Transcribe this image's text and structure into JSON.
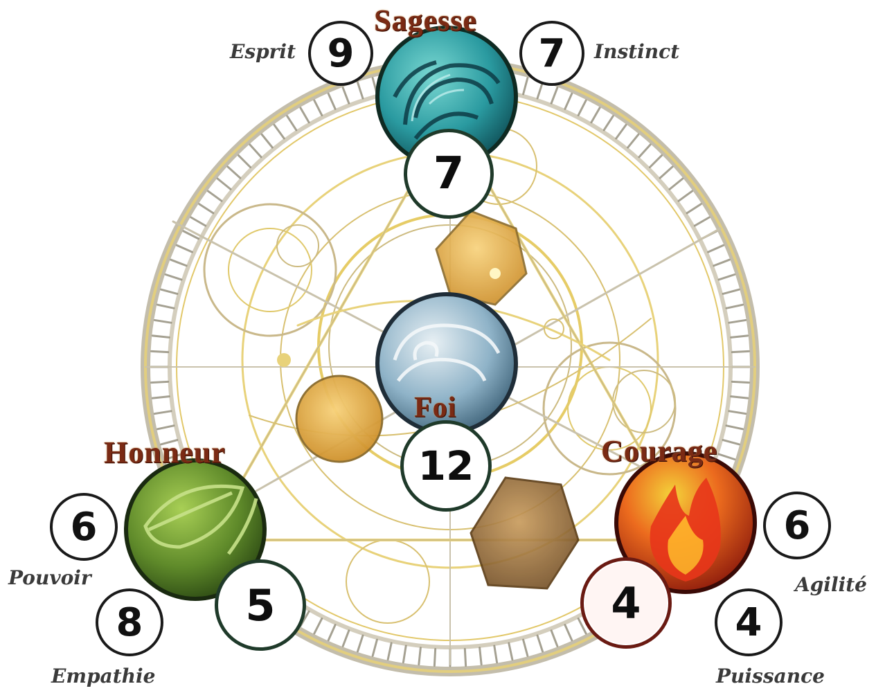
{
  "virtues": {
    "sagesse": {
      "title": "Sagesse",
      "score": "7"
    },
    "foi": {
      "title": "Foi",
      "score": "12"
    },
    "honneur": {
      "title": "Honneur",
      "score": "5"
    },
    "courage": {
      "title": "Courage",
      "score": "4"
    }
  },
  "traits": {
    "esprit": {
      "label": "Esprit",
      "value": "9"
    },
    "instinct": {
      "label": "Instinct",
      "value": "7"
    },
    "pouvoir": {
      "label": "Pouvoir",
      "value": "6"
    },
    "empathie": {
      "label": "Empathie",
      "value": "8"
    },
    "agilite": {
      "label": "Agilité",
      "value": "6"
    },
    "puissance": {
      "label": "Puissance",
      "value": "4"
    }
  },
  "colors": {
    "title": "#7a2a14",
    "water": "#2a9aa0",
    "air": "#8fb3c8",
    "earth": "#5f8a2a",
    "fire": "#d8401c",
    "gold": "#d8b74a"
  },
  "icons": {
    "sagesse": "waves-icon",
    "foi": "wind-icon",
    "honneur": "leaf-icon",
    "courage": "flame-icon"
  }
}
